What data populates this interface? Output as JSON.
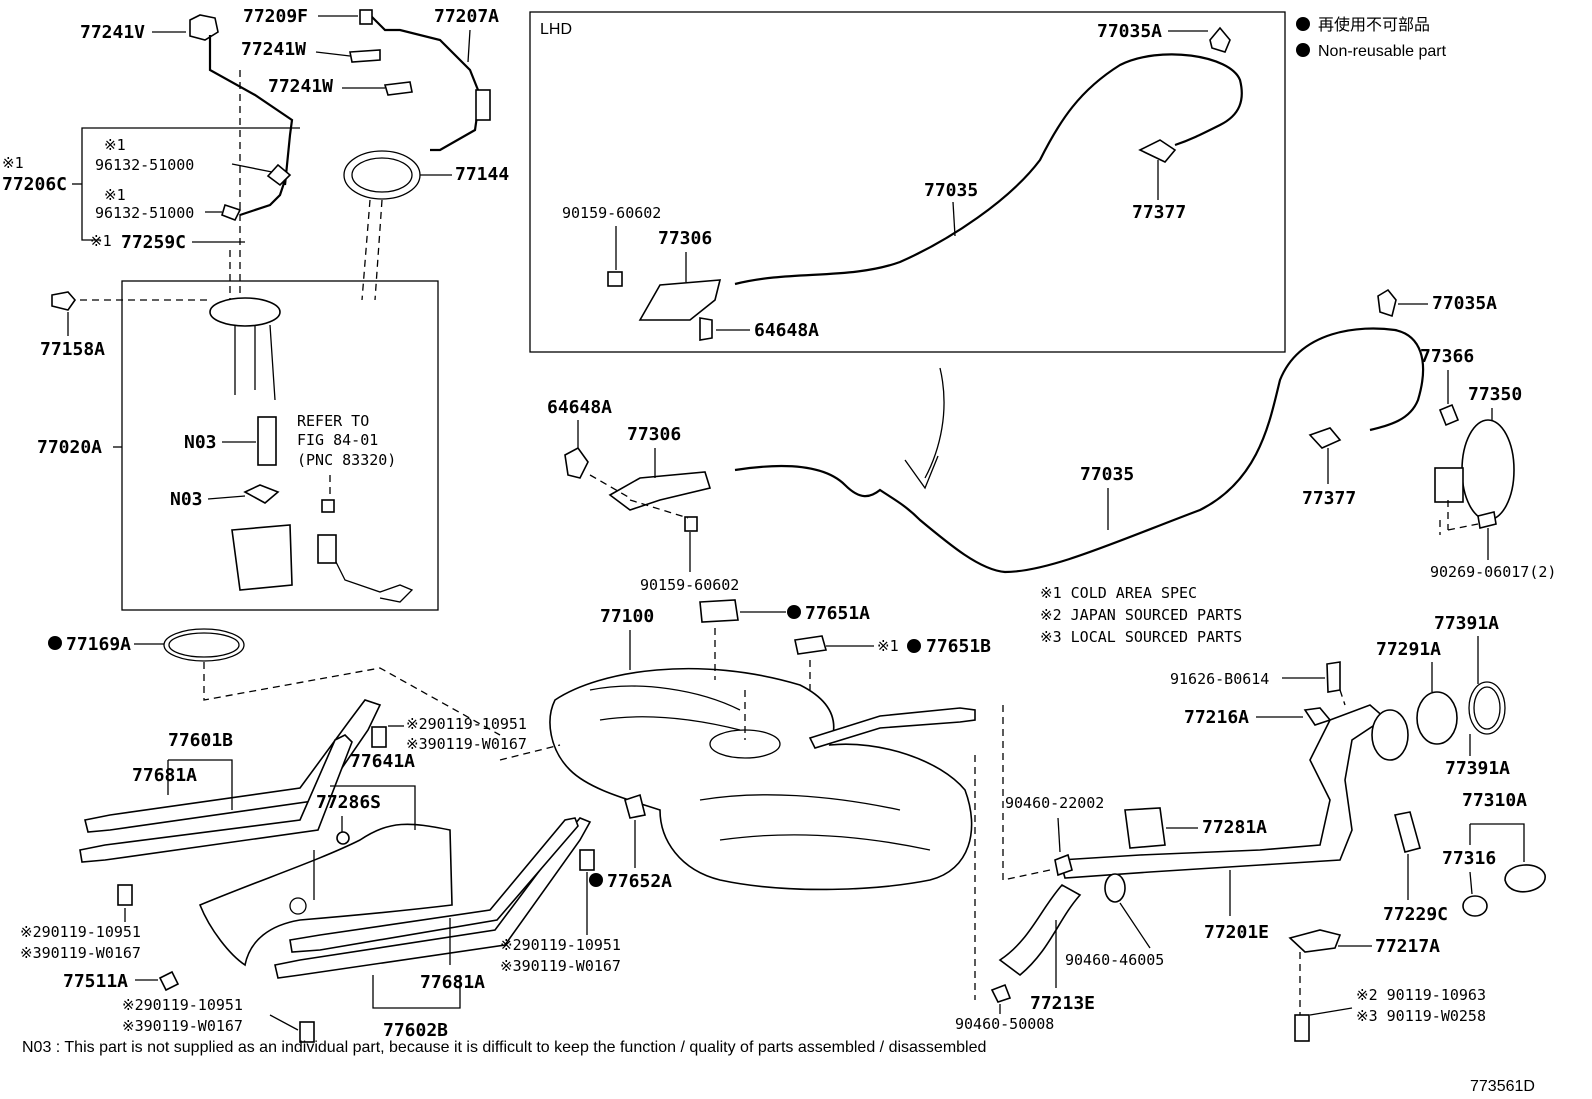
{
  "legend": {
    "nonreusable_jp": "再使用不可部品",
    "nonreusable_en": "Non-reusable part"
  },
  "box_lhd": "LHD",
  "refer": {
    "line1": "REFER TO",
    "line2": "FIG 84-01",
    "line3": "(PNC 83320)"
  },
  "spec_notes": [
    "※1 COLD AREA SPEC",
    "※2 JAPAN SOURCED PARTS",
    "※3 LOCAL SOURCED PARTS"
  ],
  "footnote": "N03 : This part is not supplied as an individual part, because it is difficult to keep the function / quality of parts assembled / disassembled",
  "figure_id": "773561D",
  "parts": {
    "p77241V": "77241V",
    "p77209F": "77209F",
    "p77207A": "77207A",
    "p77241W_1": "77241W",
    "p77241W_2": "77241W",
    "p77144": "77144",
    "p77206C": "77206C",
    "p77206C_mark": "※1",
    "p96132_1_mark": "※1",
    "p96132_1": "96132-51000",
    "p96132_2_mark": "※1",
    "p96132_2": "96132-51000",
    "p77259C_mark": "※1",
    "p77259C": "77259C",
    "p77158A": "77158A",
    "p77020A": "77020A",
    "pN03_1": "N03",
    "pN03_2": "N03",
    "p77035A_1": "77035A",
    "p77035_1": "77035",
    "p77377_1": "77377",
    "p90159_1": "90159-60602",
    "p77306_1": "77306",
    "p64648A_1": "64648A",
    "p77035A_2": "77035A",
    "p77366": "77366",
    "p77350": "77350",
    "p64648A_2": "64648A",
    "p77306_2": "77306",
    "p77035_2": "77035",
    "p77377_2": "77377",
    "p90159_2": "90159-60602",
    "p90269": "90269-06017(2)",
    "p77100": "77100",
    "p77651A": "77651A",
    "p77651B_mark": "※1",
    "p77651B": "77651B",
    "p77169A": "77169A",
    "p77391A_1": "77391A",
    "p77291A": "77291A",
    "p91626": "91626-B0614",
    "p77216A": "77216A",
    "p77391A_2": "77391A",
    "p77601B": "77601B",
    "p77681A_1": "77681A",
    "p90119_a2": "※290119-10951",
    "p90119_a3": "※390119-W0167",
    "p77641A": "77641A",
    "p77286S": "77286S",
    "p77310A": "77310A",
    "p90460_22002": "90460-22002",
    "p77281A": "77281A",
    "p77316": "77316",
    "p77652A": "77652A",
    "p90119_b2": "※290119-10951",
    "p90119_b3": "※390119-W0167",
    "p90119_c2": "※290119-10951",
    "p90119_c3": "※390119-W0167",
    "p77229C": "77229C",
    "p77201E": "77201E",
    "p77511A": "77511A",
    "p77681A_2": "77681A",
    "p90460_46005": "90460-46005",
    "p77217A": "77217A",
    "p90119_d2": "※290119-10951",
    "p90119_d3": "※390119-W0167",
    "p77213E": "77213E",
    "p90119_e2": "※2 90119-10963",
    "p90119_e3": "※3 90119-W0258",
    "p77602B": "77602B",
    "p90460_50008": "90460-50008"
  }
}
